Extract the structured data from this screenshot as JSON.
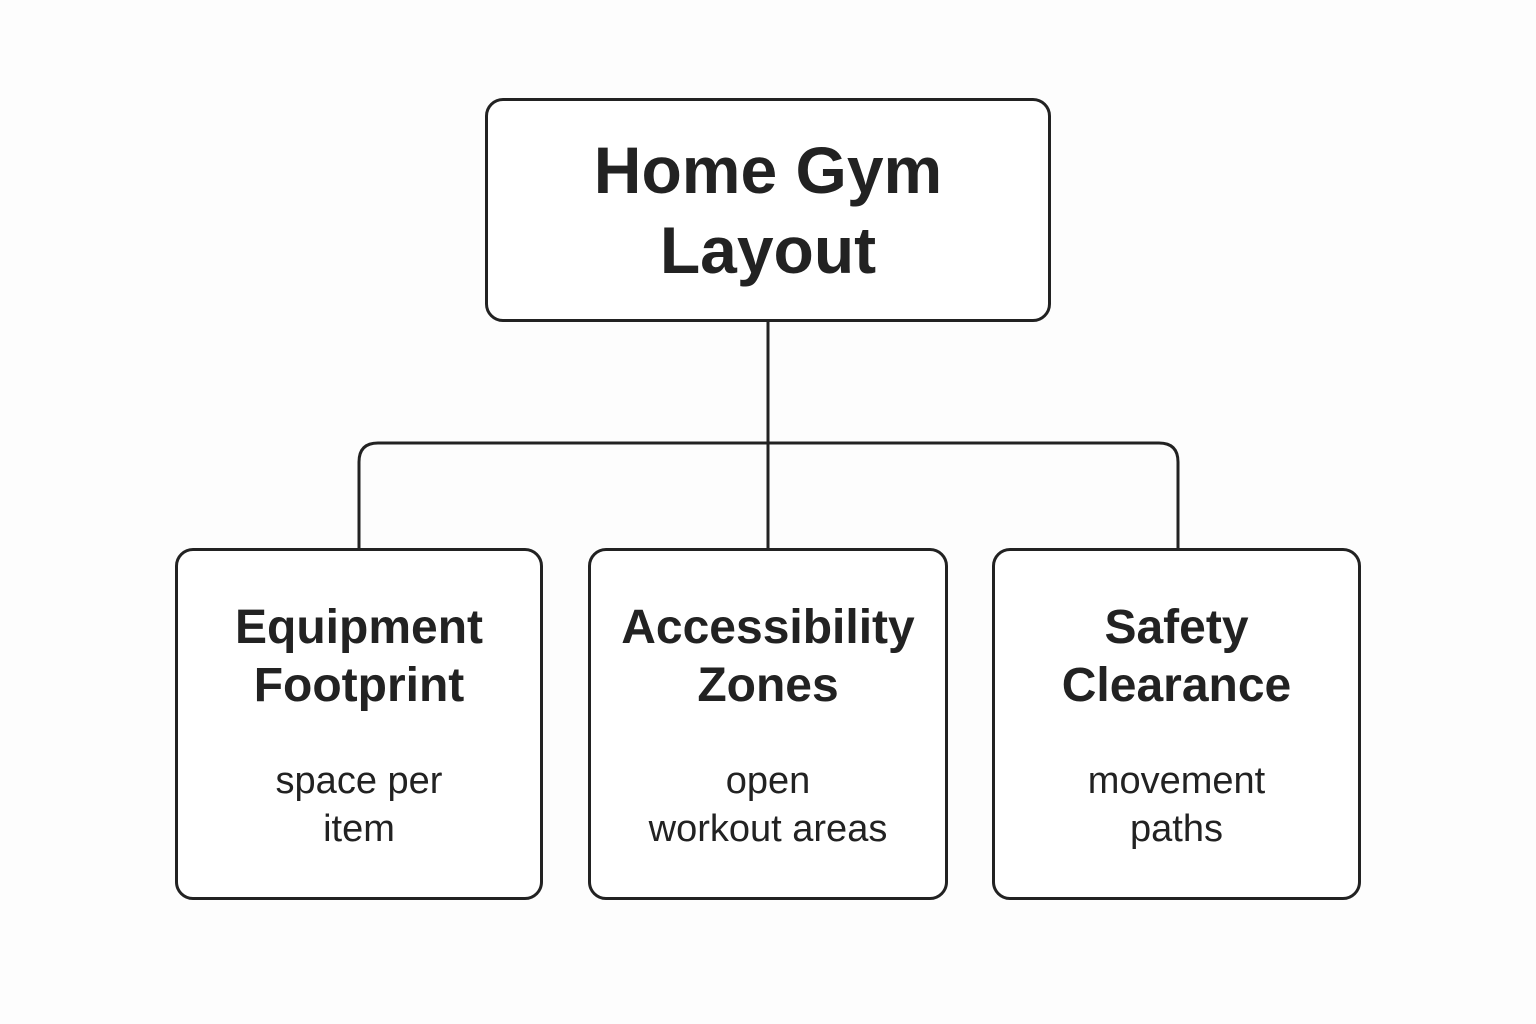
{
  "diagram": {
    "root": {
      "title_line1": "Home Gym",
      "title_line2": "Layout"
    },
    "children": [
      {
        "title_line1": "Equipment",
        "title_line2": "Footprint",
        "desc_line1": "space per",
        "desc_line2": "item"
      },
      {
        "title_line1": "Accessibility",
        "title_line2": "Zones",
        "desc_line1": "open",
        "desc_line2": "workout areas"
      },
      {
        "title_line1": "Safety",
        "title_line2": "Clearance",
        "desc_line1": "movement",
        "desc_line2": "paths"
      }
    ]
  },
  "colors": {
    "stroke": "#222222",
    "background": "#fdfdfd"
  }
}
